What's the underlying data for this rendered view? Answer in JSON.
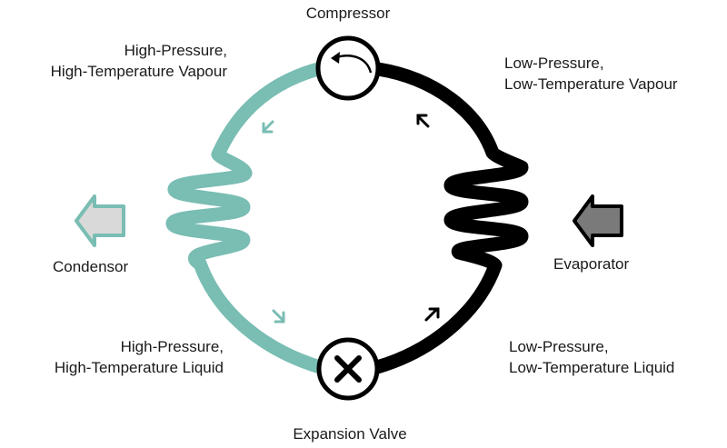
{
  "labels": {
    "compressor": "Compressor",
    "expansion_valve": "Expansion Valve",
    "condensor": "Condensor",
    "evaporator": "Evaporator",
    "hp_ht_vapour": [
      "High-Pressure,",
      "High-Temperature Vapour"
    ],
    "lp_lt_vapour": [
      "Low-Pressure,",
      "Low-Temperature Vapour"
    ],
    "hp_ht_liquid": [
      "High-Pressure,",
      "High-Temperature Liquid"
    ],
    "lp_lt_liquid": [
      "Low-Pressure,",
      "Low-Temperature Liquid"
    ]
  },
  "colors": {
    "hot_side": "#79bdb3",
    "cold_side": "#000000",
    "condensor_arrow_fill": "#d9d9d9",
    "evaporator_arrow_fill": "#7a7a7a"
  },
  "icons": {
    "compressor": "compressor-rotation-icon",
    "expansion_valve": "valve-x-icon"
  }
}
